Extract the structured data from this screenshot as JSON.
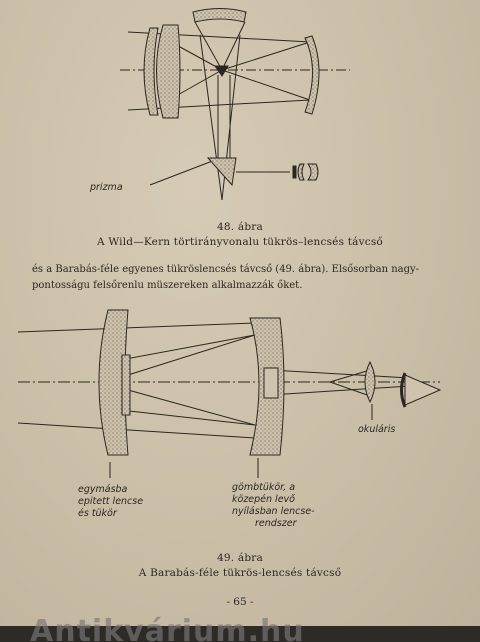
{
  "figure1": {
    "label_prizma": "prizma",
    "caption_number": "48. ábra",
    "caption_title": "A Wild—Kern törtirányvonalu tükrös–lencsés távcső"
  },
  "paragraph": {
    "line1": "és a Barabás-féle egyenes tükröslencsés távcső (49. ábra). Elsősorban nagy-",
    "line2": "pontosságu felsőrenlu müszereken alkalmazzák őket."
  },
  "figure2": {
    "label_okularis": "okuláris",
    "label_left": [
      "egymásba",
      "epitett lencse",
      "és tükör"
    ],
    "label_right": [
      "gömbtükör, a",
      "közepén levő",
      "nyílásban lencse-",
      "rendszer"
    ],
    "caption_number": "49. ábra",
    "caption_title": "A Barabás-féle tükrös-lencsés távcső"
  },
  "page_number": "- 65 -",
  "watermark": "Antikvárium.hu"
}
